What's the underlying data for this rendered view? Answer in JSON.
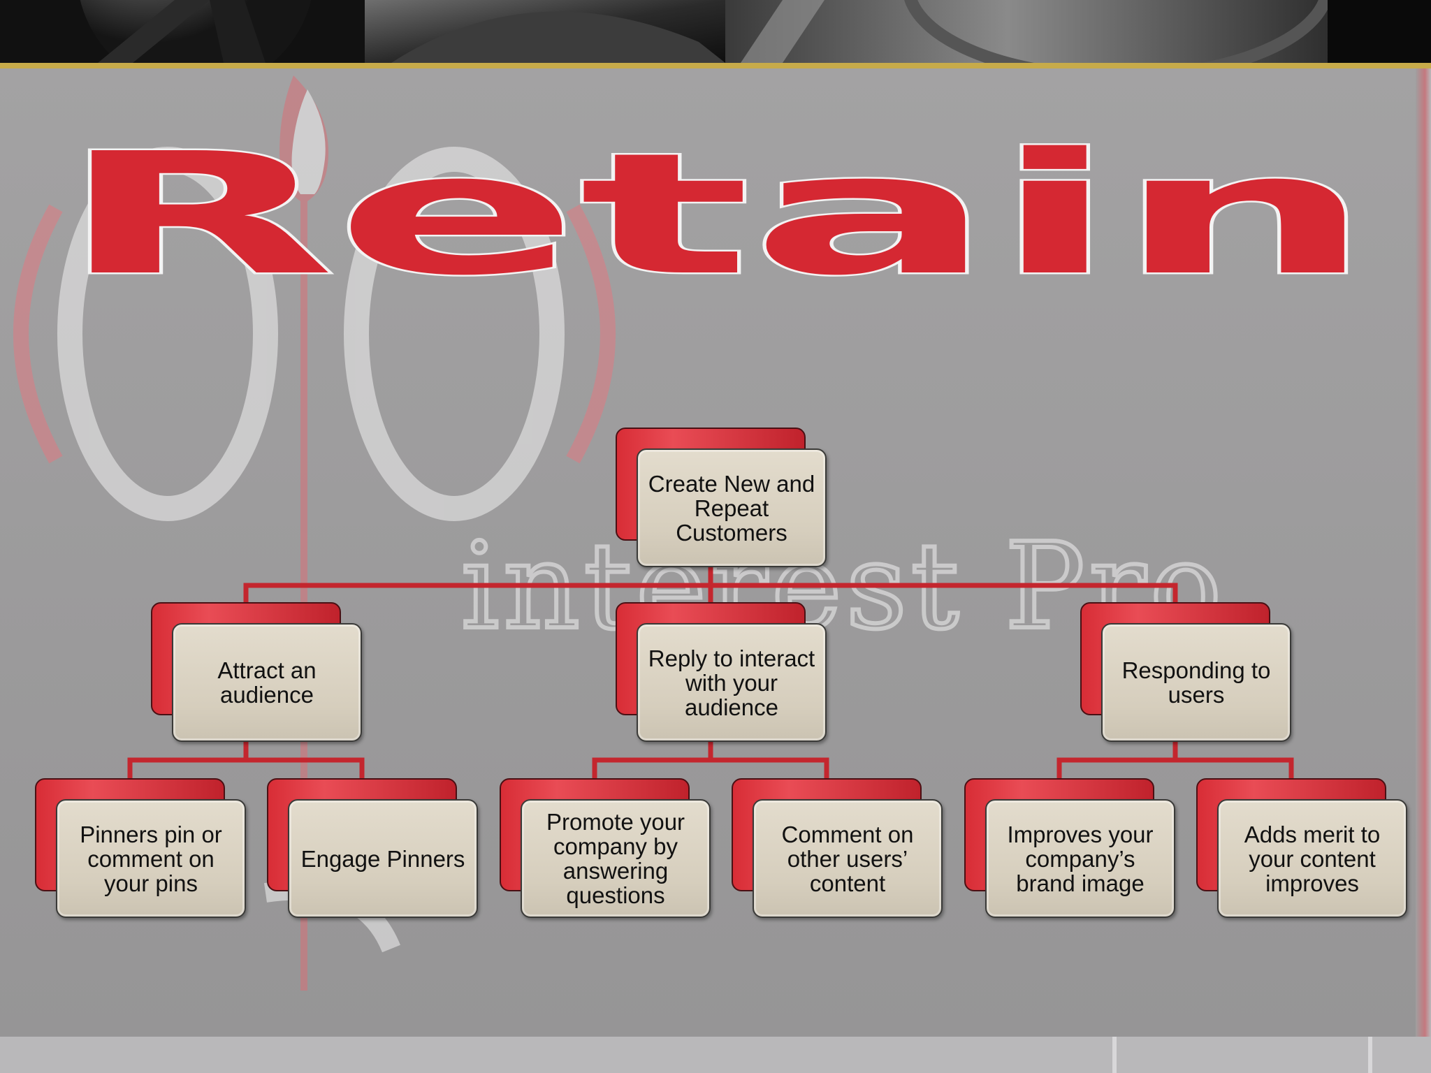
{
  "slide": {
    "title": "Retain",
    "watermark_text": "interest Pro",
    "colors": {
      "accent_red": "#d82d36",
      "card_beige": "#dcd4c4",
      "gold_rule": "#c7ab4a",
      "connector": "#c4262e"
    }
  },
  "org_chart": {
    "root": "Create New and Repeat Customers",
    "branches": [
      {
        "label": "Attract an audience",
        "children": [
          "Pinners pin or comment on your pins",
          "Engage Pinners"
        ]
      },
      {
        "label": "Reply to interact with your audience",
        "children": [
          "Promote your company by answering questions",
          "Comment on other users’ content"
        ]
      },
      {
        "label": "Responding to users",
        "children": [
          "Improves your company’s brand image",
          "Adds merit to your content improves"
        ]
      }
    ]
  }
}
